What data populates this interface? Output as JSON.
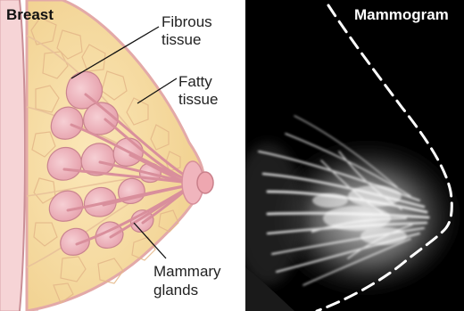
{
  "left_panel": {
    "title": "Breast",
    "labels": {
      "fibrous": [
        "Fibrous",
        "tissue"
      ],
      "fatty": [
        "Fatty",
        "tissue"
      ],
      "glands": [
        "Mammary",
        "glands"
      ]
    }
  },
  "right_panel": {
    "title": "Mammogram"
  },
  "colors": {
    "fat": "#f6dca0",
    "fat_dark": "#e8c27a",
    "gland": "#f1b8c0",
    "gland_edge": "#c9848f",
    "skin": "#f4c2c6",
    "nipple": "#eea7b0",
    "xray_bg": "#000000",
    "xray_tissue": "#e8e8e8",
    "outline": "#ffffff"
  }
}
